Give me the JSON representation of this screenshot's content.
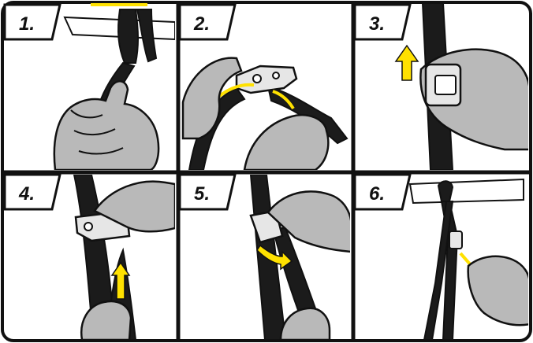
{
  "colors": {
    "frame": "#111111",
    "strap": "#1b1b1b",
    "glove": "#b9b9b9",
    "glove_shade": "#8c8c8c",
    "buckle": "#e6e6e6",
    "arrow": "#ffe100",
    "highlight": "#ffe100"
  },
  "steps": [
    {
      "label": "1.",
      "icon": "strap-loop-icon"
    },
    {
      "label": "2.",
      "icon": "thread-buckle-icon"
    },
    {
      "label": "3.",
      "icon": "pull-up-icon"
    },
    {
      "label": "4.",
      "icon": "pull-strap-icon"
    },
    {
      "label": "5.",
      "icon": "feed-through-icon"
    },
    {
      "label": "6.",
      "icon": "tighten-icon"
    }
  ]
}
